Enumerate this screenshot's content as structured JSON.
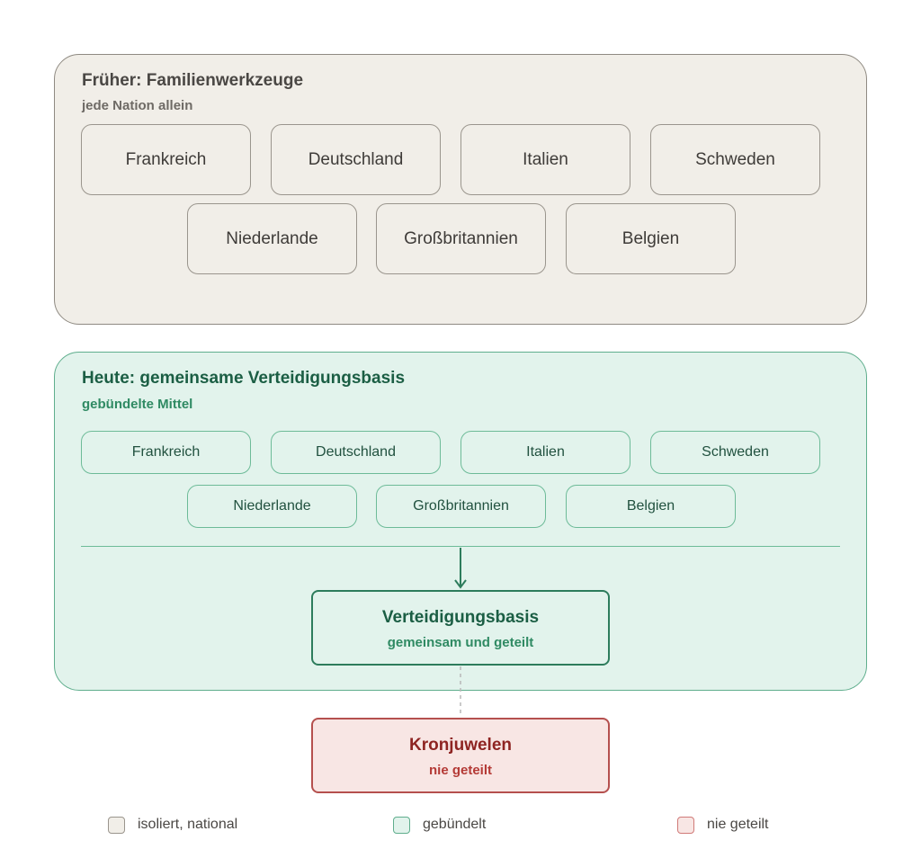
{
  "past": {
    "title": "Früher: Familienwerkzeuge",
    "subtitle": "jede Nation allein",
    "nations": [
      "Frankreich",
      "Deutschland",
      "Italien",
      "Schweden",
      "Niederlande",
      "Großbritannien",
      "Belgien"
    ]
  },
  "today": {
    "title": "Heute: gemeinsame Verteidigungsbasis",
    "subtitle": "gebündelte Mittel",
    "nations": [
      "Frankreich",
      "Deutschland",
      "Italien",
      "Schweden",
      "Niederlande",
      "Großbritannien",
      "Belgien"
    ]
  },
  "base": {
    "title": "Verteidigungsbasis",
    "subtitle": "gemeinsam und geteilt"
  },
  "jewels": {
    "title": "Kronjuwelen",
    "subtitle": "nie geteilt"
  },
  "legend": [
    {
      "label": "isoliert, national",
      "fill": "#f1eee8",
      "stroke": "#9a958d"
    },
    {
      "label": "gebündelt",
      "fill": "#e2f3ec",
      "stroke": "#5fae8d"
    },
    {
      "label": "nie geteilt",
      "fill": "#f8e6e4",
      "stroke": "#d07a78"
    }
  ],
  "colors": {
    "past_fill": "#f1eee8",
    "today_fill": "#e2f3ec",
    "today_accent": "#2d7c5c",
    "jewel_fill": "#f8e6e4",
    "jewel_accent": "#b5504e"
  }
}
